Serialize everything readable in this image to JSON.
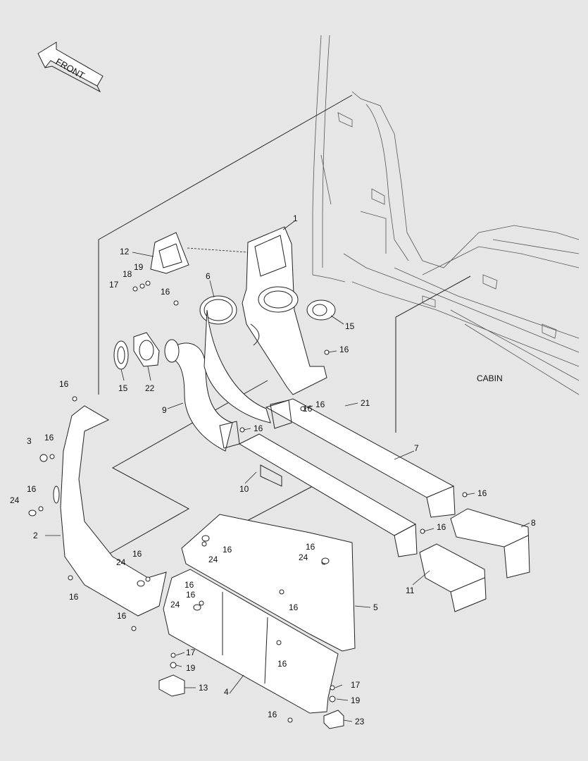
{
  "front_arrow": {
    "text": "FRONT"
  },
  "cabin_label": {
    "text": "CABIN"
  },
  "parts": [
    {
      "id": "p1",
      "text": "1"
    },
    {
      "id": "p2",
      "text": "2"
    },
    {
      "id": "p3",
      "text": "3"
    },
    {
      "id": "p4",
      "text": "4"
    },
    {
      "id": "p5",
      "text": "5"
    },
    {
      "id": "p6",
      "text": "6"
    },
    {
      "id": "p7",
      "text": "7"
    },
    {
      "id": "p8",
      "text": "8"
    },
    {
      "id": "p9",
      "text": "9"
    },
    {
      "id": "p10",
      "text": "10"
    },
    {
      "id": "p11",
      "text": "11"
    },
    {
      "id": "p12",
      "text": "12"
    },
    {
      "id": "p13",
      "text": "13"
    },
    {
      "id": "p15a",
      "text": "15"
    },
    {
      "id": "p15b",
      "text": "15"
    },
    {
      "id": "p16a",
      "text": "16"
    },
    {
      "id": "p16b",
      "text": "16"
    },
    {
      "id": "p16c",
      "text": "16"
    },
    {
      "id": "p16d",
      "text": "16"
    },
    {
      "id": "p16e",
      "text": "16"
    },
    {
      "id": "p16f",
      "text": "16"
    },
    {
      "id": "p16g",
      "text": "16"
    },
    {
      "id": "p16h",
      "text": "16"
    },
    {
      "id": "p16i",
      "text": "16"
    },
    {
      "id": "p16j",
      "text": "16"
    },
    {
      "id": "p16k",
      "text": "16"
    },
    {
      "id": "p16l",
      "text": "16"
    },
    {
      "id": "p16m",
      "text": "16"
    },
    {
      "id": "p16n",
      "text": "16"
    },
    {
      "id": "p16o",
      "text": "16"
    },
    {
      "id": "p16p",
      "text": "16"
    },
    {
      "id": "p16q",
      "text": "16"
    },
    {
      "id": "p16r",
      "text": "16"
    },
    {
      "id": "p16s",
      "text": "16"
    },
    {
      "id": "p16t",
      "text": "16"
    },
    {
      "id": "p17a",
      "text": "17"
    },
    {
      "id": "p17b",
      "text": "17"
    },
    {
      "id": "p17c",
      "text": "17"
    },
    {
      "id": "p18",
      "text": "18"
    },
    {
      "id": "p19a",
      "text": "19"
    },
    {
      "id": "p19b",
      "text": "19"
    },
    {
      "id": "p19c",
      "text": "19"
    },
    {
      "id": "p21",
      "text": "21"
    },
    {
      "id": "p22",
      "text": "22"
    },
    {
      "id": "p23",
      "text": "23"
    },
    {
      "id": "p24a",
      "text": "24"
    },
    {
      "id": "p24b",
      "text": "24"
    },
    {
      "id": "p24c",
      "text": "24"
    },
    {
      "id": "p24d",
      "text": "24"
    },
    {
      "id": "p24e",
      "text": "24"
    }
  ]
}
